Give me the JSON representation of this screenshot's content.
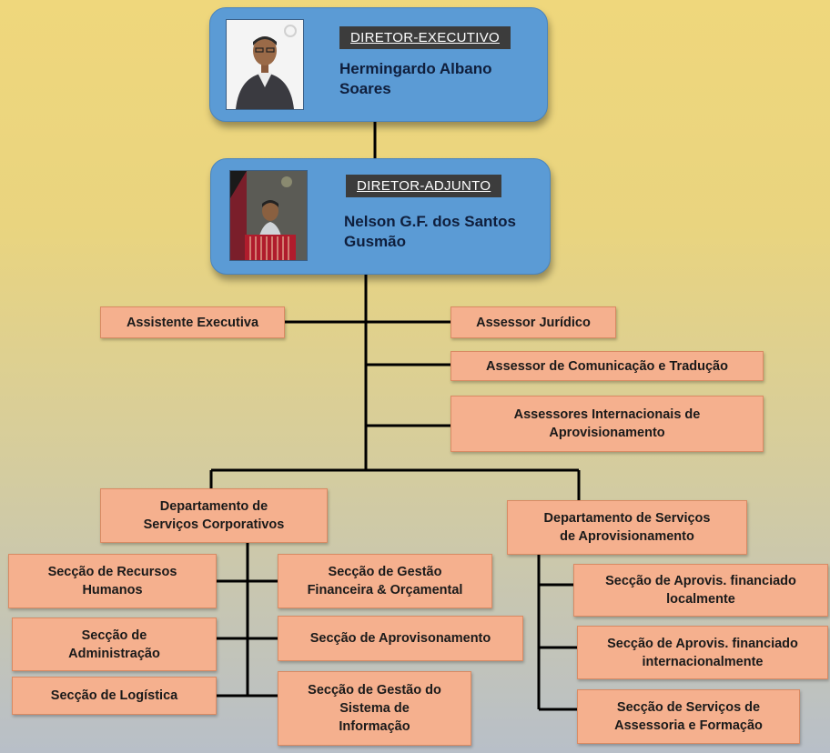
{
  "director": {
    "title": "DIRETOR-EXECUTIVO",
    "name": "Hermingardo Albano\nSoares"
  },
  "deputy": {
    "title": "DIRETOR-ADJUNTO",
    "name": "Nelson G.F. dos Santos\nGusmão"
  },
  "advisors": {
    "executive_assistant": "Assistente Executiva",
    "legal": "Assessor Jurídico",
    "communication": "Assessor de Comunicação e Tradução",
    "international": "Assessores Internacionais de\nAprovisionamento"
  },
  "dept_corporate": {
    "title": "Departamento de\nServiços  Corporativos",
    "sections": {
      "hr": "Secção de Recursos\nHumanos",
      "finance": "Secção de Gestão\nFinanceira & Orçamental",
      "admin": "Secção de\nAdministração",
      "procurement": "Secção de Aprovisonamento",
      "logistics": "Secção de Logística",
      "info_systems": "Secção de Gestão do\nSistema de\nInformação"
    }
  },
  "dept_procurement": {
    "title": "Departamento de Serviços\nde  Aprovisionamento",
    "sections": {
      "local": "Secção de Aprovis. financiado\nlocalmente",
      "international": "Secção de Aprovis. financiado\ninternacionalmente",
      "advisory": "Secção de Serviços de\nAssessoria e Formação"
    }
  },
  "colors": {
    "boss_box": "#5b9bd5",
    "unit_box": "#f5b08e",
    "connector": "#000000"
  }
}
